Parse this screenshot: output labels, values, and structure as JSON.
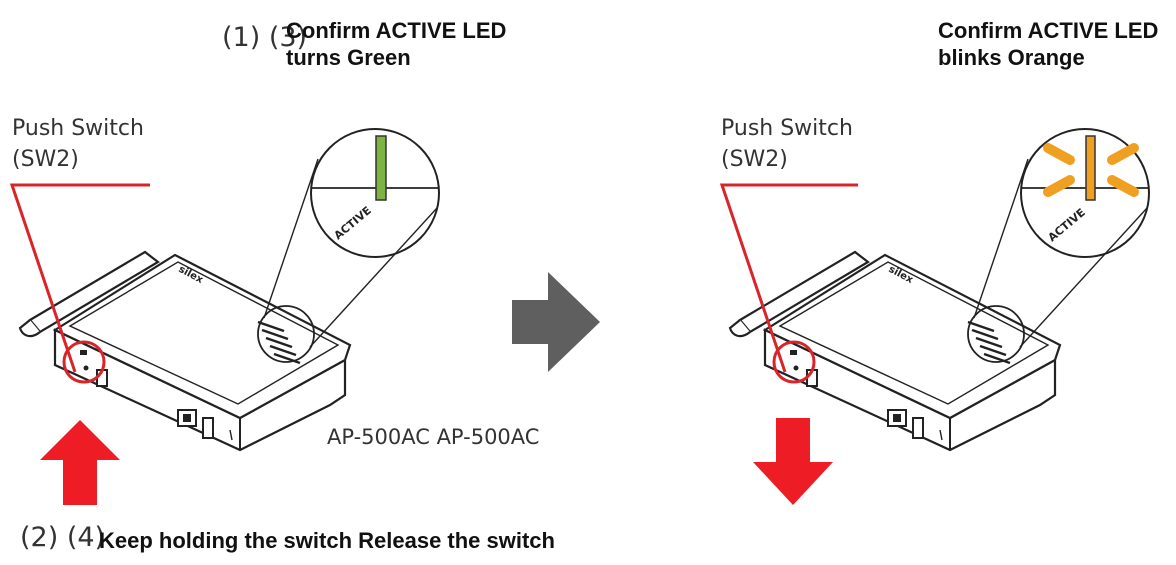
{
  "steps": {
    "confirm_step_numbers": "(1) (3)",
    "hold_step_numbers": "(2) (4)"
  },
  "left_panel": {
    "confirm_line1": "Confirm ACTIVE LED",
    "confirm_line2": "turns Green",
    "switch_label_line1": "Push Switch",
    "switch_label_line2": "(SW2)",
    "led_label": "ACTIVE",
    "model_text": "AP-500AC AP-500AC",
    "device_logo": "silex",
    "led_color": "#7cb342"
  },
  "right_panel": {
    "confirm_line1": "Confirm ACTIVE LED",
    "confirm_line2": "blinks Orange",
    "switch_label_line1": "Push Switch",
    "switch_label_line2": "(SW2)",
    "led_label": "ACTIVE",
    "device_logo": "silex",
    "led_color": "#f0a020"
  },
  "bottom_text": "Keep holding the switch Release the switch",
  "colors": {
    "callout_red": "#d9252a",
    "arrow_red": "#ee1c25",
    "transition_arrow": "#5f5f5f"
  }
}
